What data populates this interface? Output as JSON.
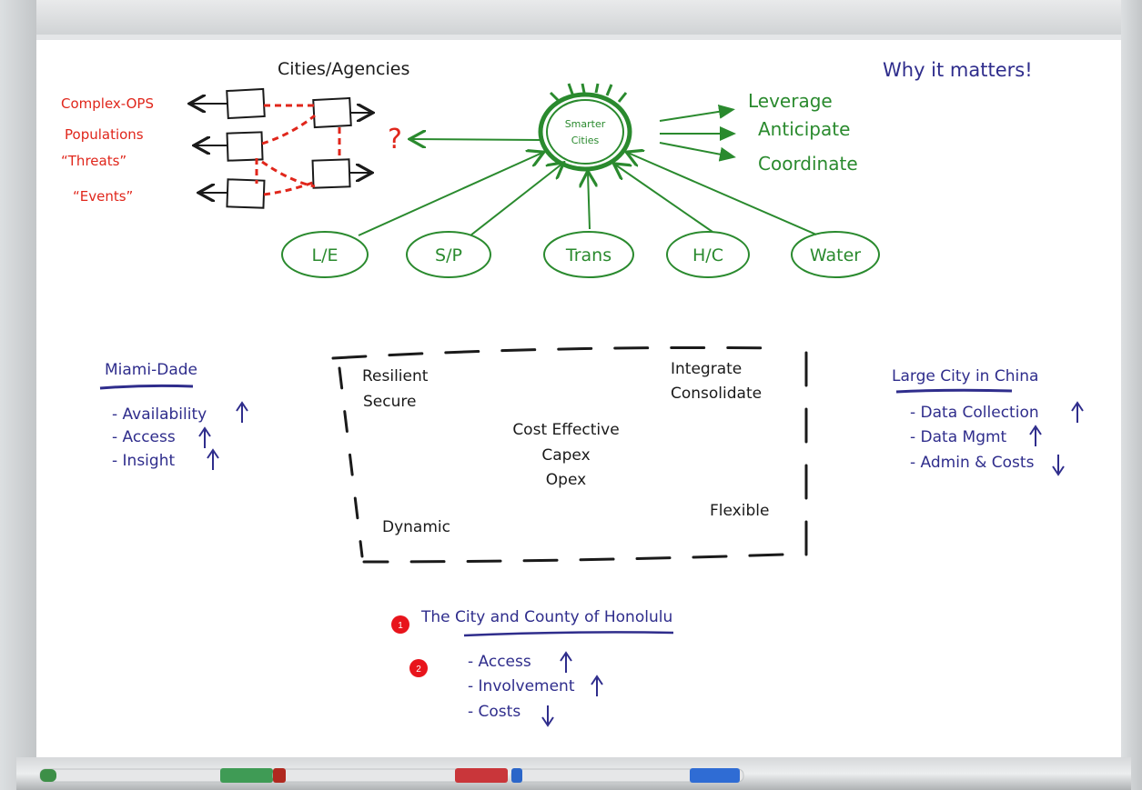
{
  "colors": {
    "board": "#ffffff",
    "black_ink": "#1a1a1a",
    "red_ink": "#e0261b",
    "green_ink": "#2a8a2e",
    "blue_ink": "#2f2d8c"
  },
  "diagram": {
    "cities_agencies_title": "Cities/Agencies",
    "why_it_matters": "Why it matters!",
    "left_labels": [
      "Complex-OPS",
      "Populations",
      "“Threats”",
      "“Events”"
    ],
    "question_mark": "?",
    "hub": {
      "line1": "Smarter",
      "line2": "Cities"
    },
    "outcomes": [
      "Leverage",
      "Anticipate",
      "Coordinate"
    ],
    "nodes": [
      "L/E",
      "S/P",
      "Trans",
      "H/C",
      "Water"
    ]
  },
  "miami": {
    "title": "Miami-Dade",
    "items": [
      {
        "text": "- Availability",
        "trend": "up"
      },
      {
        "text": "- Access",
        "trend": "up"
      },
      {
        "text": "- Insight",
        "trend": "up"
      }
    ]
  },
  "center_box": {
    "top_left_1": "Resilient",
    "top_left_2": "Secure",
    "top_right_1": "Integrate",
    "top_right_2": "Consolidate",
    "center_1": "Cost Effective",
    "center_2": "Capex",
    "center_3": "Opex",
    "bottom_right": "Flexible",
    "bottom_left": "Dynamic"
  },
  "china": {
    "title": "Large City in China",
    "items": [
      {
        "text": "- Data Collection",
        "trend": "up"
      },
      {
        "text": "- Data Mgmt",
        "trend": "up"
      },
      {
        "text": "- Admin & Costs",
        "trend": "down"
      }
    ]
  },
  "honolulu": {
    "badge1": "1",
    "badge2": "2",
    "title": "The City and County of Honolulu",
    "items": [
      {
        "text": "- Access",
        "trend": "up"
      },
      {
        "text": "- Involvement",
        "trend": "up"
      },
      {
        "text": "- Costs",
        "trend": "down"
      }
    ]
  }
}
